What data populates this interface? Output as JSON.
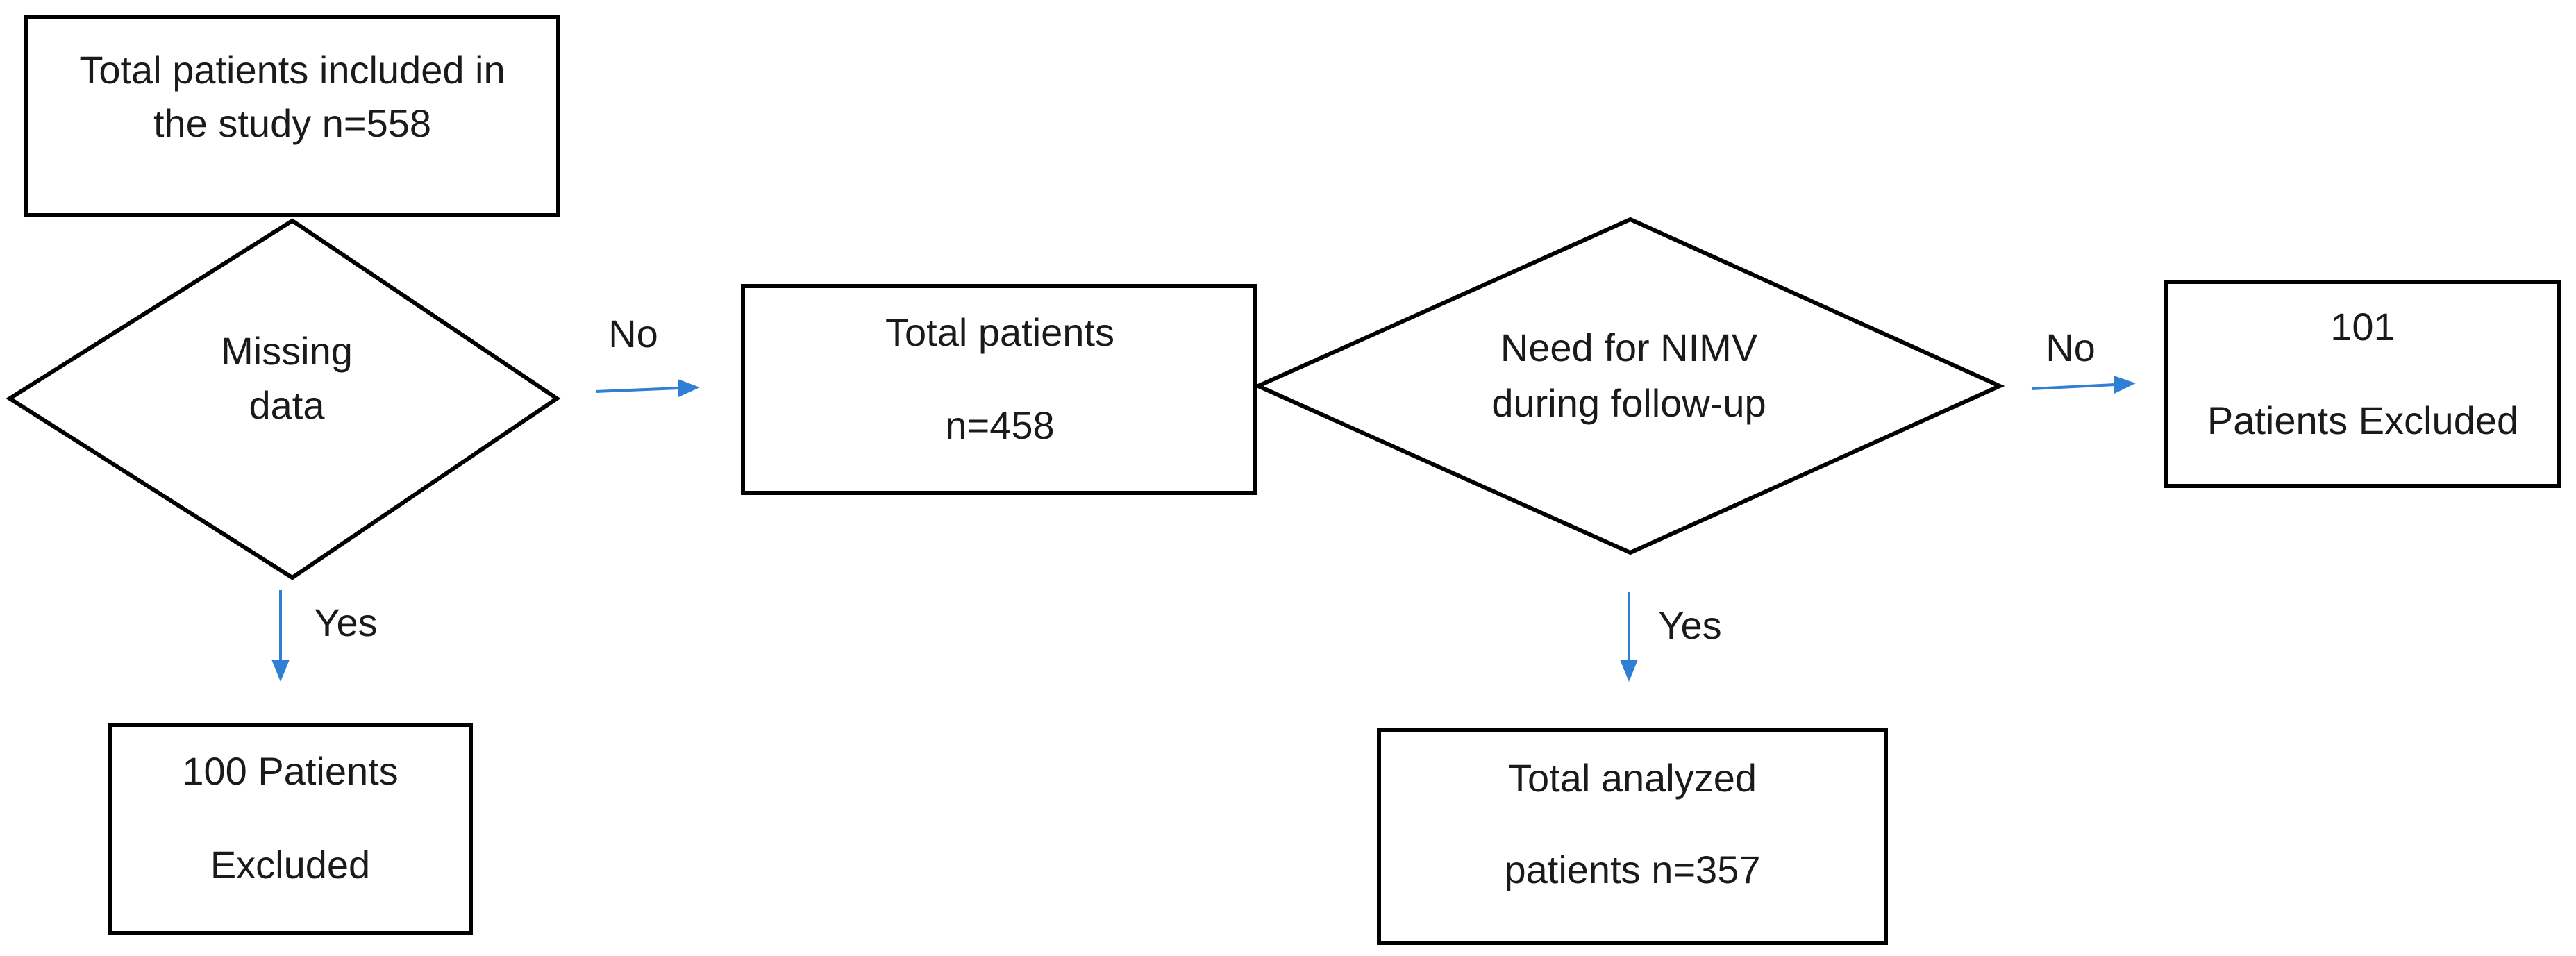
{
  "nodes": {
    "total_included": {
      "lines": [
        "Total patients included in",
        "the study n=558"
      ]
    },
    "missing_data": {
      "lines": [
        "Missing",
        "data"
      ]
    },
    "excluded_100": {
      "lines": [
        "100 Patients",
        "Excluded"
      ]
    },
    "total_458": {
      "lines": [
        "Total patients",
        "n=458"
      ]
    },
    "need_nimv": {
      "lines": [
        "Need for NIMV",
        "during follow-up"
      ]
    },
    "excluded_101": {
      "lines": [
        "101",
        "Patients Excluded"
      ]
    },
    "total_analyzed": {
      "lines": [
        "Total analyzed",
        "patients n=357"
      ]
    }
  },
  "edges": {
    "missing_no": {
      "label": "No"
    },
    "missing_yes": {
      "label": "Yes"
    },
    "nimv_no": {
      "label": "No"
    },
    "nimv_yes": {
      "label": "Yes"
    }
  },
  "colors": {
    "arrow": "#2f7fd4",
    "border": "#000000"
  }
}
